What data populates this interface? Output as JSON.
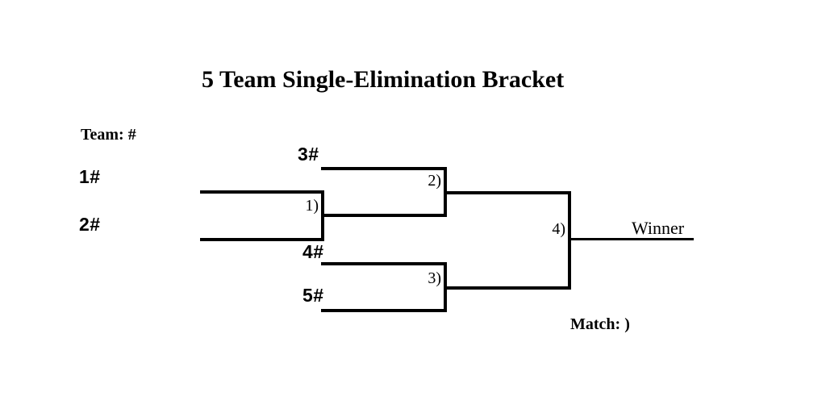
{
  "title": "5 Team Single-Elimination Bracket",
  "legend": {
    "team_key": "Team: #",
    "match_key": "Match: )"
  },
  "teams": [
    {
      "label": "1#"
    },
    {
      "label": "2#"
    },
    {
      "label": "3#"
    },
    {
      "label": "4#"
    },
    {
      "label": "5#"
    }
  ],
  "matches": [
    {
      "label": "1)"
    },
    {
      "label": "2)"
    },
    {
      "label": "3)"
    },
    {
      "label": "4)"
    }
  ],
  "winner": {
    "label": "Winner"
  },
  "colors": {
    "background": "#ffffff",
    "line": "#000000",
    "text": "#000000"
  }
}
